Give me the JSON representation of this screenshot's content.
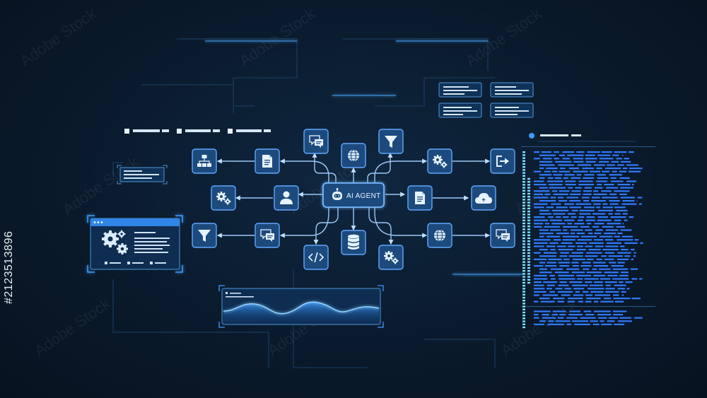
{
  "hub": {
    "label": "AI AGENT",
    "icon": "robot-icon"
  },
  "nodes": [
    {
      "id": "n-sitemap",
      "icon": "sitemap-icon"
    },
    {
      "id": "n-doc-left",
      "icon": "document-icon"
    },
    {
      "id": "n-chat-top",
      "icon": "chat-icon"
    },
    {
      "id": "n-globe-top",
      "icon": "globe-icon"
    },
    {
      "id": "n-filter-top",
      "icon": "filter-icon"
    },
    {
      "id": "n-gears-upper-right",
      "icon": "gears-icon"
    },
    {
      "id": "n-export",
      "icon": "export-icon"
    },
    {
      "id": "n-gears-left",
      "icon": "gears-icon"
    },
    {
      "id": "n-user",
      "icon": "user-icon"
    },
    {
      "id": "n-doc-right",
      "icon": "document-icon"
    },
    {
      "id": "n-cloud",
      "icon": "cloud-icon"
    },
    {
      "id": "n-filter-left",
      "icon": "filter-icon"
    },
    {
      "id": "n-chat-left",
      "icon": "chat-icon"
    },
    {
      "id": "n-code",
      "icon": "code-icon"
    },
    {
      "id": "n-database",
      "icon": "database-icon"
    },
    {
      "id": "n-gears-bottom",
      "icon": "gears-icon"
    },
    {
      "id": "n-globe-right",
      "icon": "globe-icon"
    },
    {
      "id": "n-chat-right",
      "icon": "chat-icon"
    }
  ],
  "panels": {
    "settings_window": {
      "icon": "gears-icon"
    },
    "waveform_panel": {
      "icon": "waveform-icon"
    },
    "code_column": {
      "icon": "code-lines-icon"
    }
  },
  "watermark": {
    "text": "Adobe Stock"
  },
  "stock_id": "#2123513896",
  "colors": {
    "background": "#0a1a2c",
    "node_fill": "#1d4a7d",
    "node_stroke": "#5fa8ff",
    "line": "#9cc8f5",
    "code_blue": "#2f7bff",
    "code_cyan": "#7de0ff",
    "accent": "#3d9bff"
  }
}
